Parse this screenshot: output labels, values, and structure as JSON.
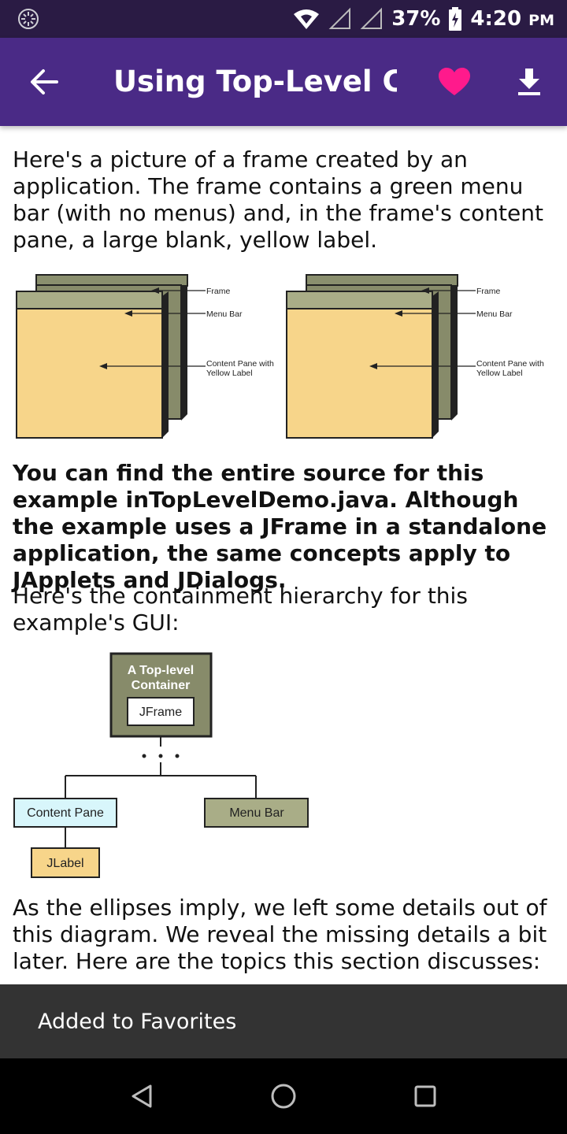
{
  "status_bar": {
    "battery_percent": "37%",
    "time": "4:20",
    "ampm": "PM",
    "icons": [
      "loading-icon",
      "wifi-icon",
      "signal-icon",
      "signal-icon",
      "battery-charging-icon"
    ]
  },
  "app_bar": {
    "title": "Using Top-Level C…",
    "back_icon": "arrow-back-icon",
    "favorite_icon": "heart-icon",
    "download_icon": "download-icon",
    "colors": {
      "bar": "#4a2a86",
      "status": "#2a1b44",
      "heart": "#ff1a8c"
    }
  },
  "content": {
    "paragraph1": "Here's a picture of a frame created by an application. The frame contains a green menu bar (with no menus) and, in the frame's content pane, a large blank, yellow label.",
    "figure_frame": {
      "labels": [
        "Frame",
        "Menu Bar",
        "Content Pane with",
        "Yellow Label"
      ]
    },
    "paragraph2": "You can find the entire source for this example inTopLevelDemo.java. Although the example uses a JFrame in a standalone application, the same concepts apply to JApplets and JDialogs.",
    "paragraph3": "Here's the containment hierarchy for this example's GUI:",
    "figure_hierarchy": {
      "top_line1": "A Top-level",
      "top_line2": "Container",
      "jframe": "JFrame",
      "content_pane": "Content Pane",
      "menu_bar": "Menu Bar",
      "jlabel": "JLabel"
    },
    "paragraph4": "As the ellipses imply, we left some details out of this diagram. We reveal the missing details a bit later. Here are the topics this section discusses:"
  },
  "snackbar": {
    "message": "Added to Favorites"
  },
  "nav_bar": {
    "icons": [
      "nav-back-icon",
      "nav-home-icon",
      "nav-recents-icon"
    ]
  }
}
